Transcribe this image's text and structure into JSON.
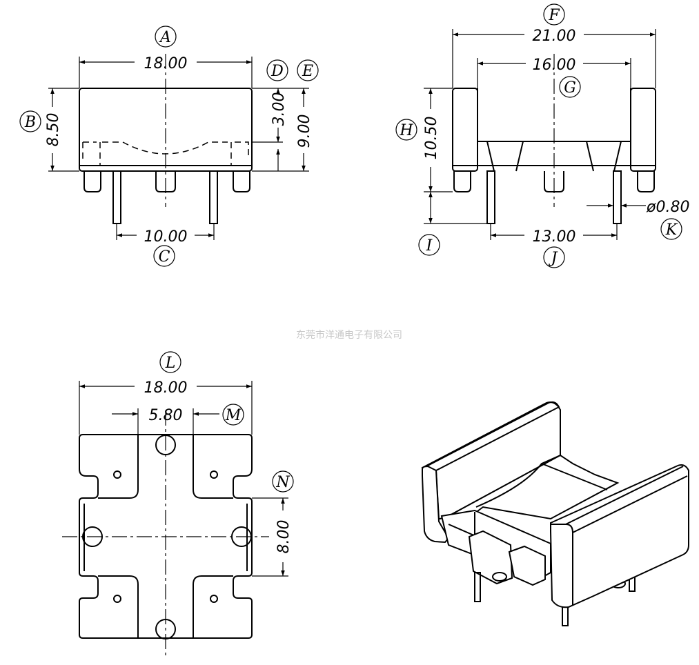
{
  "watermark": "东莞市洋通电子有限公司",
  "dimensions": {
    "A": "18.00",
    "B": "8.50",
    "C": "10.00",
    "D": "3.00",
    "E": "9.00",
    "F": "21.00",
    "G": "16.00",
    "H": "10.50",
    "J": "13.00",
    "K": "ø0.80",
    "L": "18.00",
    "M": "5.80",
    "N": "8.00"
  },
  "labels": {
    "A": "A",
    "B": "B",
    "C": "C",
    "D": "D",
    "E": "E",
    "F": "F",
    "G": "G",
    "H": "H",
    "I": "I",
    "J": "J",
    "K": "K",
    "L": "L",
    "M": "M",
    "N": "N"
  }
}
